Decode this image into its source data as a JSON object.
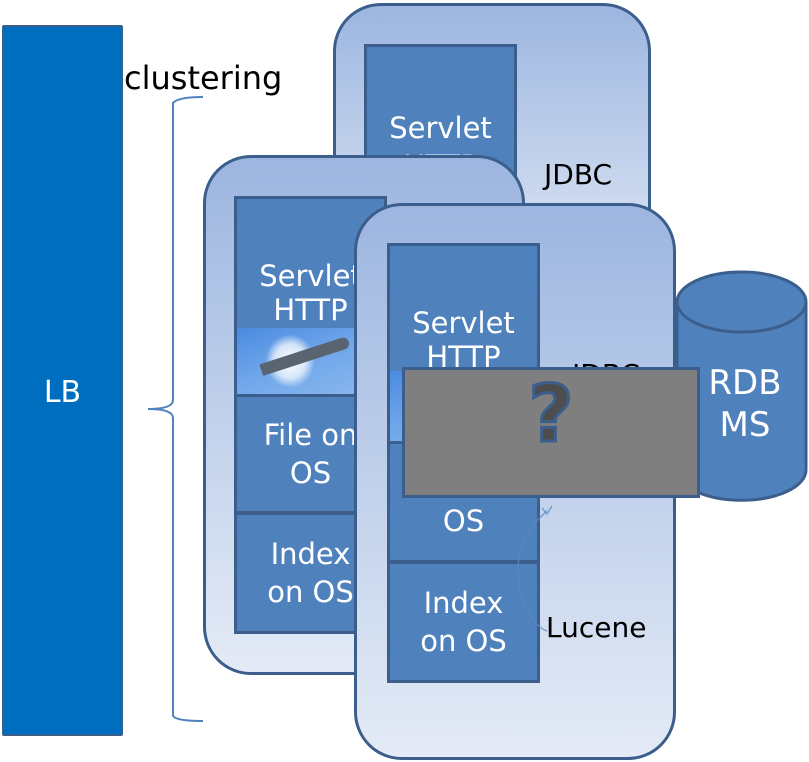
{
  "load_balancer": {
    "label": "LB",
    "color": "#006EBE"
  },
  "cluster_label": "clustering",
  "servers": [
    {
      "blocks": [
        {
          "label": "Servlet HTTP"
        }
      ],
      "side_label": "JDBC"
    },
    {
      "blocks": [
        {
          "label": "Servlet HTTP",
          "has_image": true,
          "image": "fighter-jet-photo"
        },
        {
          "label": "File on OS"
        },
        {
          "label": "Index on OS"
        }
      ]
    },
    {
      "blocks": [
        {
          "label": "Servlet HTTP",
          "has_image": true,
          "image": "fighter-jet-photo"
        },
        {
          "label": "OS"
        },
        {
          "label": "Index on OS"
        }
      ],
      "side_labels": {
        "top": "JDBC",
        "bottom": "Lucene"
      }
    }
  ],
  "database": {
    "label_line1": "RDB",
    "label_line2": "MS"
  },
  "overlay": {
    "icon": "question-mark-icon",
    "glyph": "?"
  },
  "colors": {
    "block_fill": "#4F81BD",
    "border": "#3B5E8C",
    "server_gradient_top": "#9DB6E0",
    "server_gradient_bottom": "#E4EBF6",
    "overlay_fill": "#7F7F7F"
  }
}
